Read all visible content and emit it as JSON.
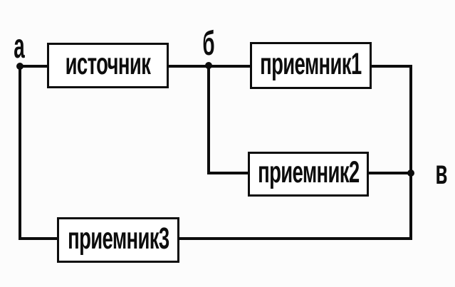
{
  "diagram": {
    "type": "circuit-block-diagram",
    "blocks": [
      {
        "id": "source",
        "label": "источник"
      },
      {
        "id": "receiver1",
        "label": "приемник1"
      },
      {
        "id": "receiver2",
        "label": "приемник2"
      },
      {
        "id": "receiver3",
        "label": "приемник3"
      }
    ],
    "nodes": [
      {
        "id": "a",
        "label": "а"
      },
      {
        "id": "b",
        "label": "б"
      },
      {
        "id": "v",
        "label": "в"
      }
    ],
    "colors": {
      "wire": "#0d0d0d",
      "background": "#fcfcfc",
      "block_fill": "#ffffff"
    }
  }
}
